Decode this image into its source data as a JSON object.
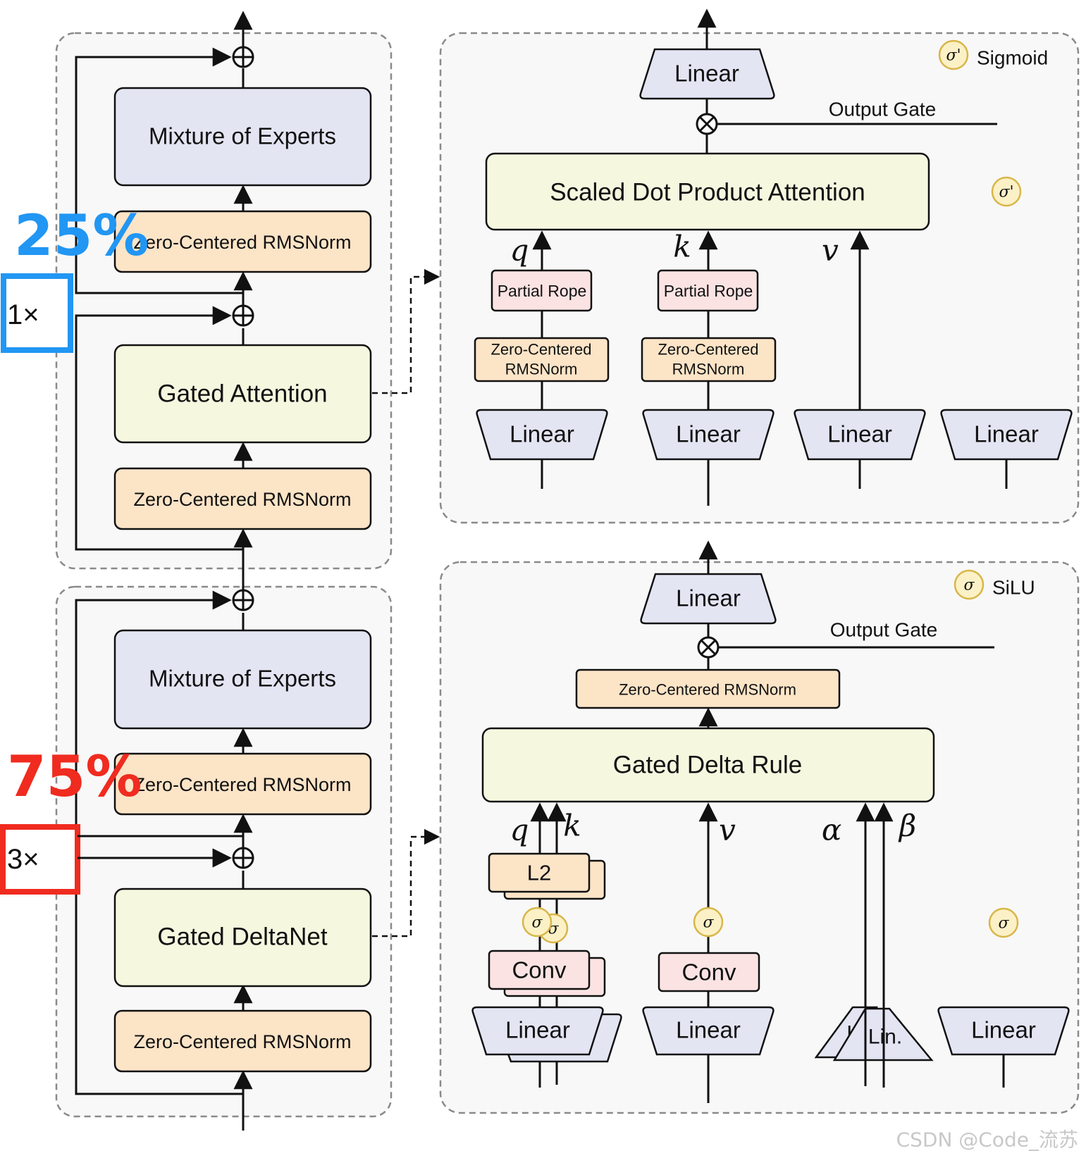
{
  "left": {
    "attn_block": {
      "moe": "Mixture of Experts",
      "norm_top": "Zero-Centered RMSNorm",
      "mixer": "Gated Attention",
      "norm_bottom": "Zero-Centered RMSNorm",
      "ratio": "25%",
      "repeat": "1×",
      "ratio_color": "#2196F3"
    },
    "delta_block": {
      "moe": "Mixture of Experts",
      "norm_top": "Zero-Centered RMSNorm",
      "mixer": "Gated DeltaNet",
      "norm_bottom": "Zero-Centered RMSNorm",
      "ratio": "75%",
      "repeat": "3×",
      "ratio_color": "#F02B1F"
    }
  },
  "attention_detail": {
    "legend_symbol": "σ'",
    "legend_label": "Sigmoid",
    "out_linear": "Linear",
    "output_gate": "Output Gate",
    "sdpa": "Scaled Dot Product Attention",
    "gate_symbol": "σ'",
    "q": "q",
    "k": "k",
    "v": "v",
    "rope_q": "Partial Rope",
    "rope_k": "Partial Rope",
    "norm_q_1": "Zero-Centered",
    "norm_q_2": "RMSNorm",
    "norm_k_1": "Zero-Centered",
    "norm_k_2": "RMSNorm",
    "lin_q": "Linear",
    "lin_k": "Linear",
    "lin_v": "Linear",
    "lin_g": "Linear"
  },
  "delta_detail": {
    "legend_symbol": "σ",
    "legend_label": "SiLU",
    "out_linear": "Linear",
    "output_gate": "Output Gate",
    "norm": "Zero-Centered RMSNorm",
    "rule": "Gated Delta Rule",
    "q": "q",
    "k": "k",
    "v": "v",
    "alpha": "α",
    "beta": "β",
    "l2": "L2",
    "act_qk": "σ",
    "act_qk_back": "σ",
    "act_v": "σ",
    "act_g": "σ",
    "conv_qk": "Conv",
    "conv_v": "Conv",
    "lin_qk": "Linear",
    "lin_v": "Linear",
    "lin_small_back": "Li",
    "lin_small": "Lin.",
    "lin_g": "Linear"
  },
  "watermark": "CSDN @Code_流苏",
  "colors": {
    "moe": "#E3E5F3",
    "norm": "#FCE4C7",
    "mixer": "#F5F7DF",
    "rope": "#FBE3E3",
    "sigma": "#FCF1C6",
    "panel": "#F8F8F8"
  }
}
